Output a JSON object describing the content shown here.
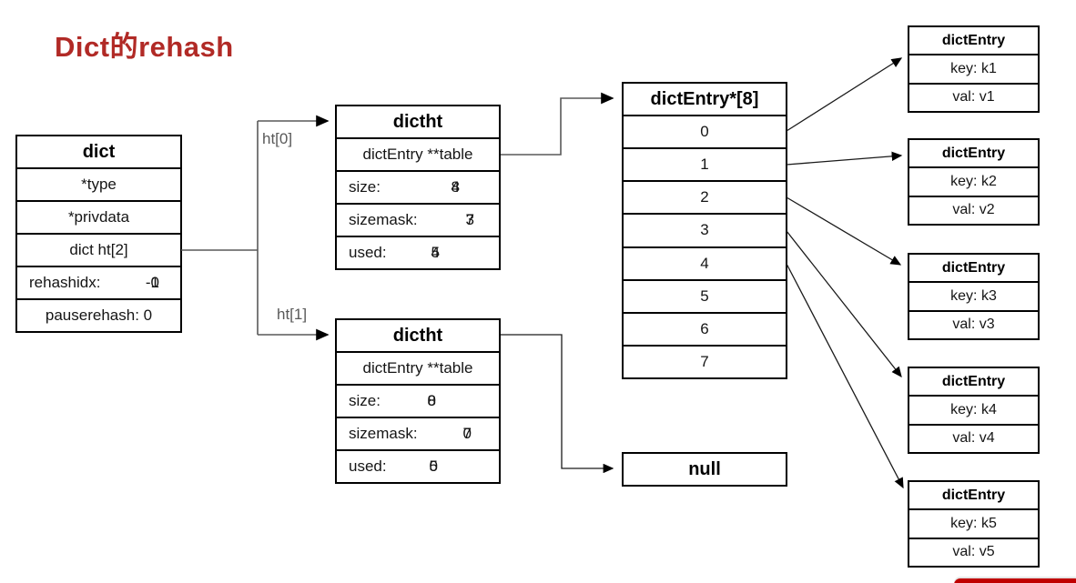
{
  "title": {
    "text": "Dict的rehash"
  },
  "colors": {
    "title_red": "#B12A26",
    "accent_bar_red": "#C00000",
    "connector_gray": "#595959",
    "connector_black": "#1a1a1a",
    "box_border": "#000000",
    "ht_label_gray": "#595959"
  },
  "labels": {
    "ht0": "ht[0]",
    "ht1": "ht[1]"
  },
  "dict_box": {
    "header": "dict",
    "row_type": "*type",
    "row_privdata": "*privdata",
    "row_ht": "dict ht[2]",
    "rehashidx": {
      "label": "rehashidx:",
      "value_a": "-1",
      "value_b": "0"
    },
    "row_pauserehash": "pauserehash: 0"
  },
  "dictht_top": {
    "header": "dictht",
    "table_row": "dictEntry **table",
    "fields": [
      {
        "label": "size:",
        "value_a": "4",
        "value_b": "8"
      },
      {
        "label": "sizemask:",
        "value_a": "3",
        "value_b": "7"
      },
      {
        "label": "used:",
        "value_a": "4",
        "value_b": "5"
      }
    ]
  },
  "dictht_bottom": {
    "header": "dictht",
    "table_row": "dictEntry **table",
    "fields": [
      {
        "label": "size:",
        "value_a": "8",
        "value_b": "0"
      },
      {
        "label": "sizemask:",
        "value_a": "7",
        "value_b": "0"
      },
      {
        "label": "used:",
        "value_a": "5",
        "value_b": "0"
      }
    ]
  },
  "bucket_array": {
    "header": "dictEntry*[8]",
    "slots": [
      "0",
      "1",
      "2",
      "3",
      "4",
      "5",
      "6",
      "7"
    ]
  },
  "null_box": {
    "label": "null"
  },
  "entries": [
    {
      "header": "dictEntry",
      "key": "key: k1",
      "val": "val: v1"
    },
    {
      "header": "dictEntry",
      "key": "key: k2",
      "val": "val: v2"
    },
    {
      "header": "dictEntry",
      "key": "key: k3",
      "val": "val: v3"
    },
    {
      "header": "dictEntry",
      "key": "key: k4",
      "val": "val: v4"
    },
    {
      "header": "dictEntry",
      "key": "key: k5",
      "val": "val: v5"
    }
  ]
}
